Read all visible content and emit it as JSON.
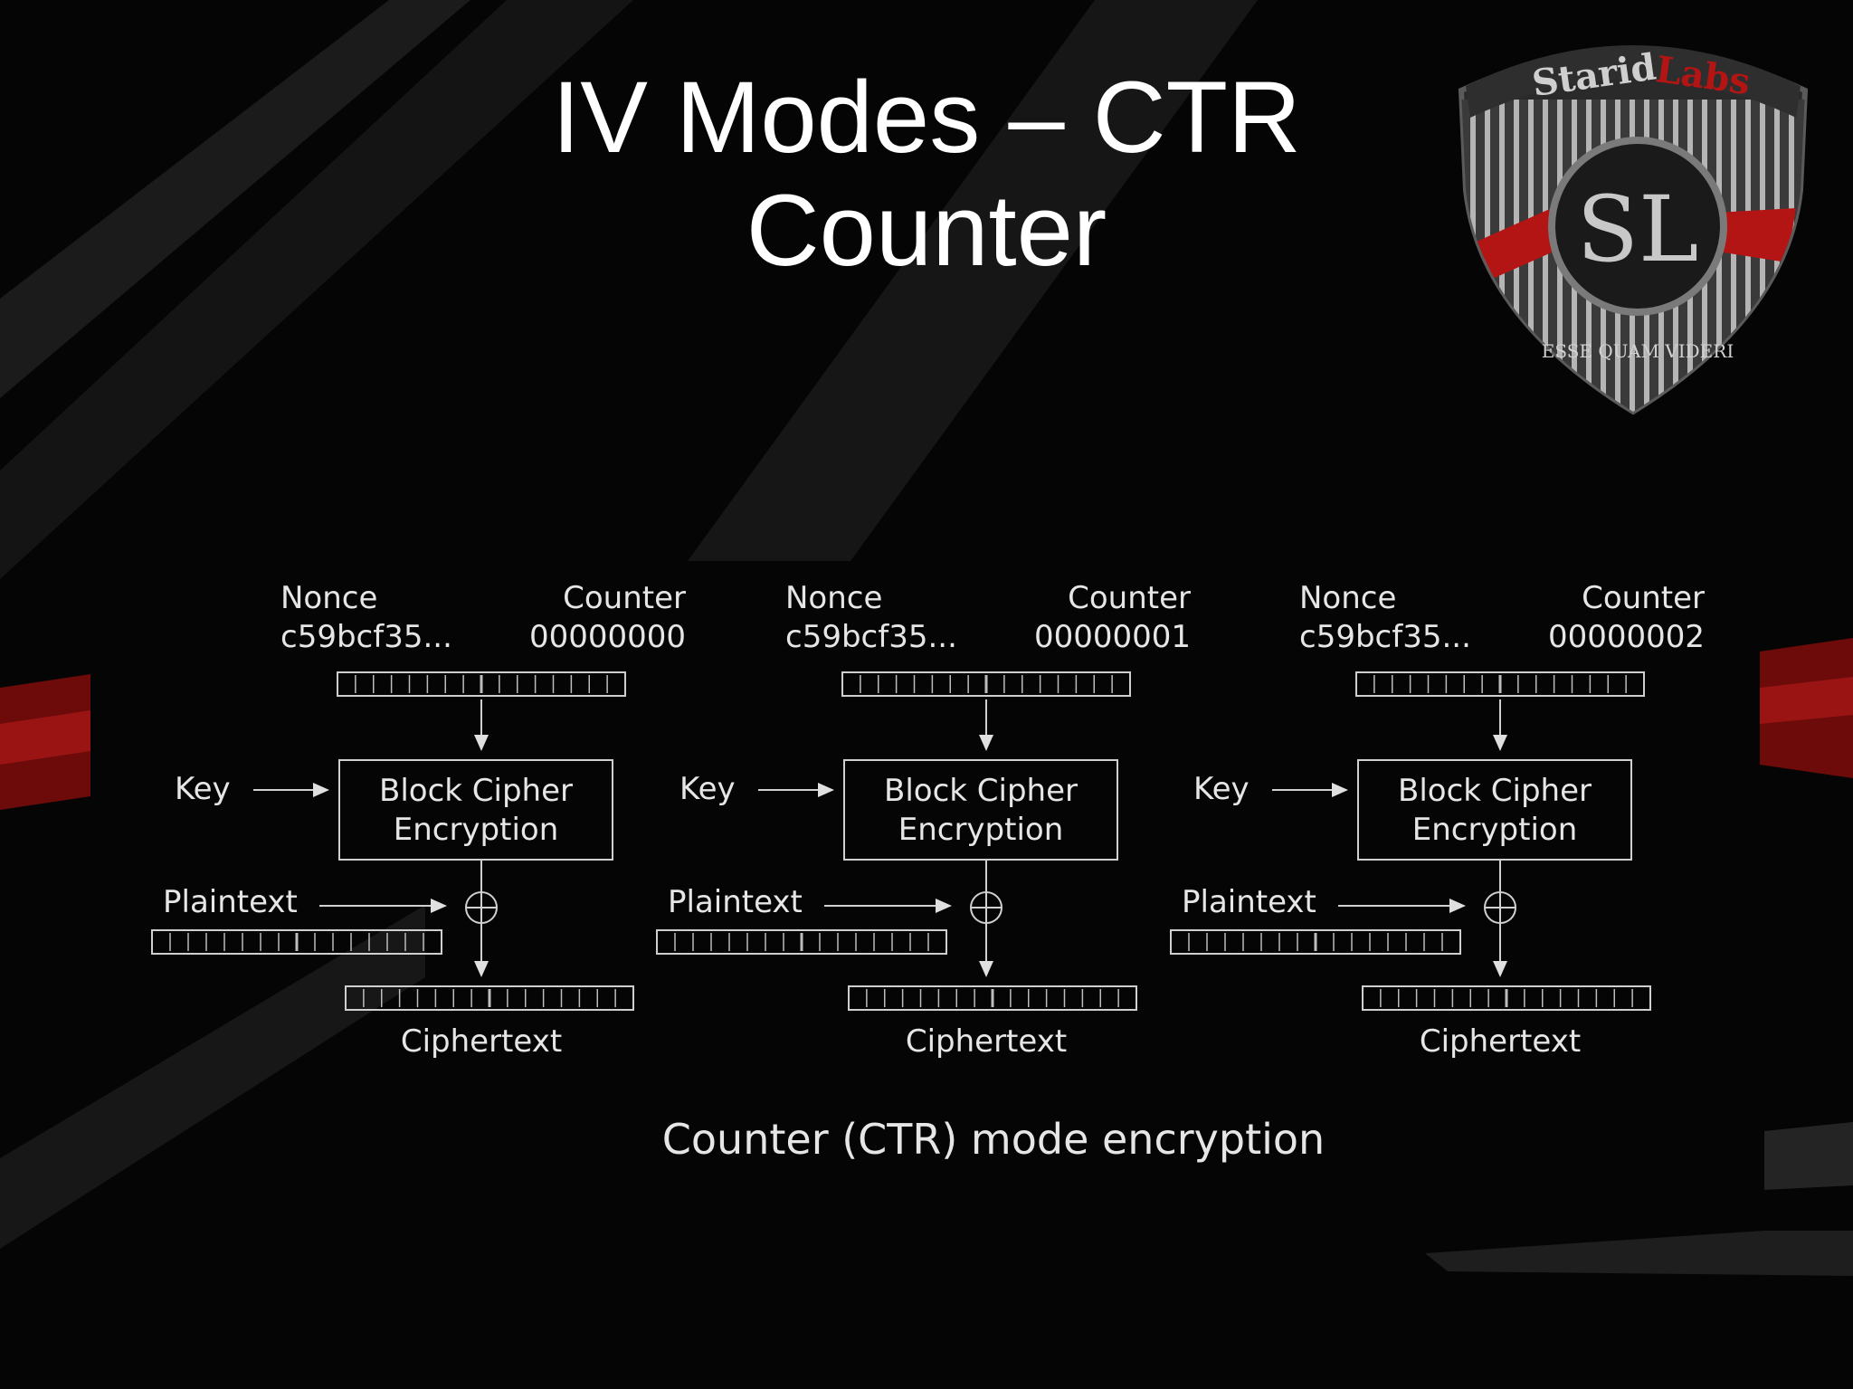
{
  "slide": {
    "title_line1": "IV Modes – CTR",
    "title_line2": "Counter"
  },
  "logo": {
    "text_starid": "Starid",
    "text_labs": "Labs",
    "monogram": "SL",
    "motto": "ESSE QUAM VIDERI",
    "colors": {
      "shield": "#8a8a8a",
      "red": "#b31515",
      "dark": "#1a1a1a"
    }
  },
  "diagram": {
    "caption": "Counter (CTR) mode encryption",
    "stages": [
      {
        "nonce_label": "Nonce",
        "nonce_value": "c59bcf35...",
        "counter_label": "Counter",
        "counter_value": "00000000",
        "key_label": "Key",
        "cipher_line1": "Block Cipher",
        "cipher_line2": "Encryption",
        "plaintext_label": "Plaintext",
        "ciphertext_label": "Ciphertext"
      },
      {
        "nonce_label": "Nonce",
        "nonce_value": "c59bcf35...",
        "counter_label": "Counter",
        "counter_value": "00000001",
        "key_label": "Key",
        "cipher_line1": "Block Cipher",
        "cipher_line2": "Encryption",
        "plaintext_label": "Plaintext",
        "ciphertext_label": "Ciphertext"
      },
      {
        "nonce_label": "Nonce",
        "nonce_value": "c59bcf35...",
        "counter_label": "Counter",
        "counter_value": "00000002",
        "key_label": "Key",
        "cipher_line1": "Block Cipher",
        "cipher_line2": "Encryption",
        "plaintext_label": "Plaintext",
        "ciphertext_label": "Ciphertext"
      }
    ]
  },
  "colors": {
    "background": "#050505",
    "accent_red": "#8b0f0f",
    "diagram_line": "#cfcfcf",
    "title": "#ffffff"
  }
}
